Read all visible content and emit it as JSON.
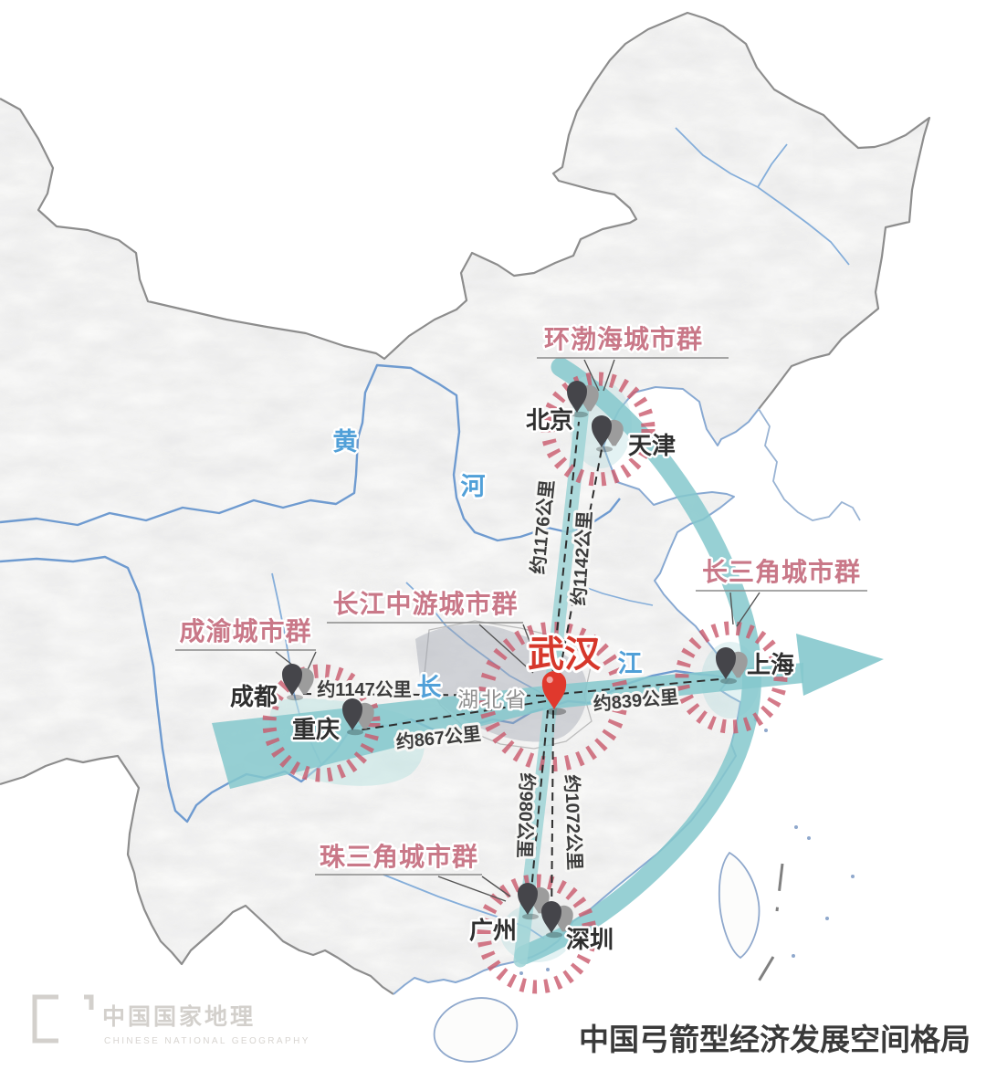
{
  "branding": {
    "logo_cn": "中国国家地理",
    "logo_en": "CHINESE NATIONAL GEOGRAPHY"
  },
  "caption": {
    "title": "中国弓箭型经济发展空间格局"
  },
  "hub": {
    "city": "武汉",
    "province": "湖北省"
  },
  "clusters": [
    {
      "id": "bohai",
      "label": "环渤海城市群"
    },
    {
      "id": "yangtze-delta",
      "label": "长三角城市群"
    },
    {
      "id": "mid-yangtze",
      "label": "长江中游城市群"
    },
    {
      "id": "chengyu",
      "label": "成渝城市群"
    },
    {
      "id": "pearl-delta",
      "label": "珠三角城市群"
    }
  ],
  "cities": [
    {
      "name": "北京",
      "distance": "约1176公里"
    },
    {
      "name": "天津",
      "distance": "约1142公里"
    },
    {
      "name": "上海",
      "distance": "约839公里"
    },
    {
      "name": "成都",
      "distance": "约1147公里"
    },
    {
      "name": "重庆",
      "distance": "约867公里"
    },
    {
      "name": "广州",
      "distance": "约980公里"
    },
    {
      "name": "深圳",
      "distance": "约1072公里"
    }
  ],
  "rivers": {
    "yellow": [
      "黄",
      "河"
    ],
    "yangtze": [
      "长",
      "江"
    ]
  },
  "colors": {
    "bow_teal": "#85c8cd",
    "string_teal": "#9fd3d6",
    "burst_red": "#c9596b",
    "cluster_pink": "#c97888",
    "wuhan_red": "#d6372b",
    "river_blue": "#6f9bd0",
    "coast_blue": "#88a9d2",
    "border_gray": "#8d8d8d"
  }
}
